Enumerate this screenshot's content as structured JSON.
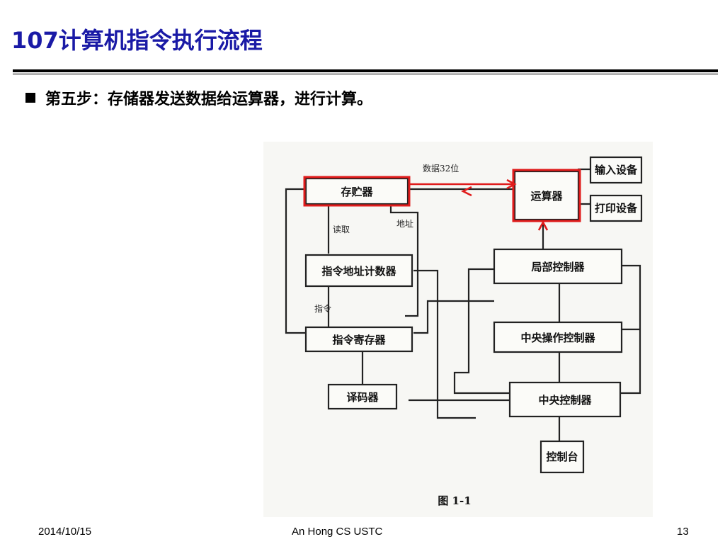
{
  "slide": {
    "title": "107计算机指令执行流程",
    "bullet": "第五步：存储器发送数据给运算器，进行计算。"
  },
  "figure": {
    "boxes": {
      "memory": "存贮器",
      "alu": "运算器",
      "input": "输入设备",
      "printer": "打印设备",
      "addr_counter": "指令地址计数器",
      "local_ctrl": "局部控制器",
      "instr_reg": "指令寄存器",
      "central_op_ctrl": "中央操作控制器",
      "decoder": "译码器",
      "central_ctrl": "中央控制器",
      "console": "控制台"
    },
    "notes": {
      "data_bus": "数据32位",
      "addr": "地址",
      "fetch": "读取",
      "instr": "指令",
      "caption": "图  1-1"
    },
    "highlight_color": "#e01b1b"
  },
  "footer": {
    "date": "2014/10/15",
    "author": "An Hong CS USTC",
    "page": "13"
  }
}
